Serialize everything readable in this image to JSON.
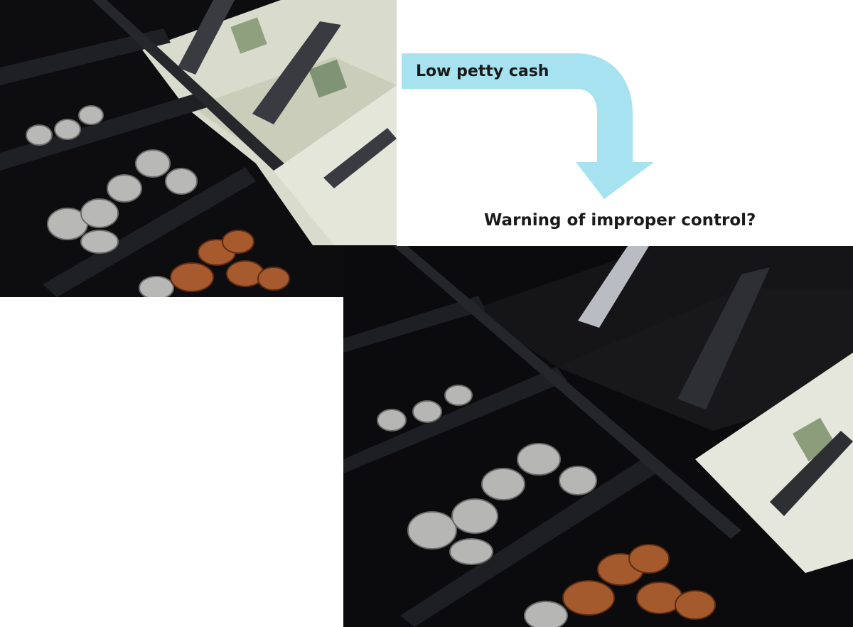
{
  "flow": {
    "start_label": "Low petty cash",
    "end_label": "Warning of improper control?",
    "arrow_color": "#a6e2ef"
  },
  "images": {
    "top": {
      "subject": "cash-register-drawer-partially-filled"
    },
    "bottom": {
      "subject": "cash-register-drawer-nearly-empty"
    }
  }
}
